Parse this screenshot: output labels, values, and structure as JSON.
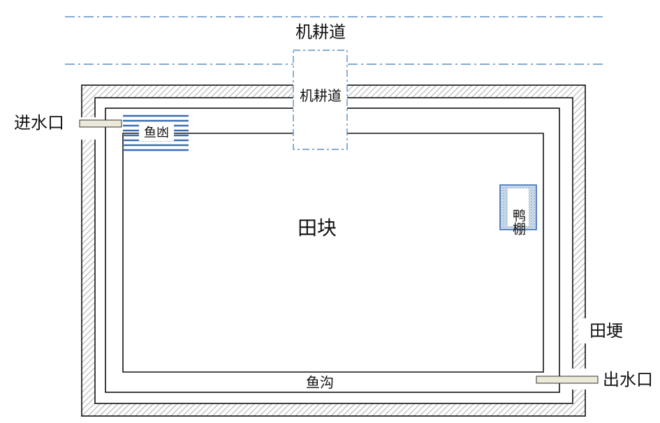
{
  "labels": {
    "road_outer": "机耕道",
    "road_inner": "机耕道",
    "inlet": "进水口",
    "outlet": "出水口",
    "fish_pool": "鱼凼",
    "field": "田块",
    "duck_shed": "鸭棚",
    "ridge": "田埂",
    "fish_ditch": "鱼沟"
  },
  "colors": {
    "line": "#111111",
    "hatch": "#888888",
    "road_dash": "#5b8fbf",
    "pool_stripe": "#3a6db3",
    "shed_fill": "#d4e2f0",
    "pipe_fill": "#ece9d8"
  }
}
